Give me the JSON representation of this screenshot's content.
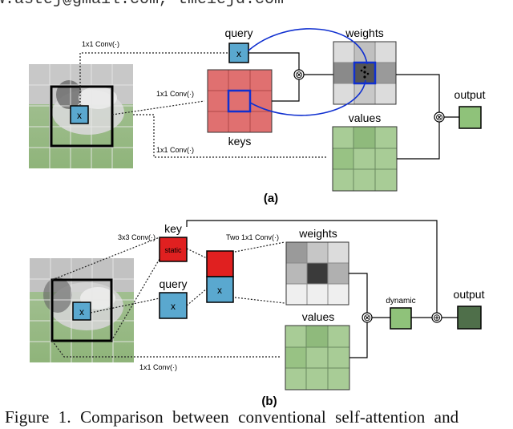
{
  "header_text": "w.astej@gmail.com, tmeiejd.com",
  "caption": "Figure 1. Comparison between conventional self-attention and",
  "panel_a": {
    "label": "(a)",
    "query": "query",
    "keys": "keys",
    "weights": "weights",
    "values": "values",
    "output": "output",
    "conv_query": "1x1 Conv(·)",
    "conv_keys": "1x1 Conv(·)",
    "conv_values": "1x1 Conv(·)",
    "x_image": "x",
    "x_query": "x",
    "otimes_1": "⊗",
    "otimes_2": "⊗"
  },
  "panel_b": {
    "label": "(b)",
    "key": "key",
    "static": "static",
    "query": "query",
    "weights": "weights",
    "values": "values",
    "dynamic": "dynamic",
    "output": "output",
    "conv_key": "3x3 Conv(·)",
    "conv_two": "Two 1x1 Conv(·)",
    "conv_values": "1x1 Conv(·)",
    "x_image": "x",
    "x_query": "x",
    "x_concat": "x",
    "otimes": "⊗",
    "oplus": "⊕"
  },
  "colors": {
    "query_blue": "#5aa8cf",
    "key_red": "#e02020",
    "keys_grid_red": "#e07070",
    "green": "#8fc27a",
    "dark_green": "#4f6f4a",
    "highlight_blue": "#1030d0",
    "grid_gray": "#9aa0a0"
  }
}
